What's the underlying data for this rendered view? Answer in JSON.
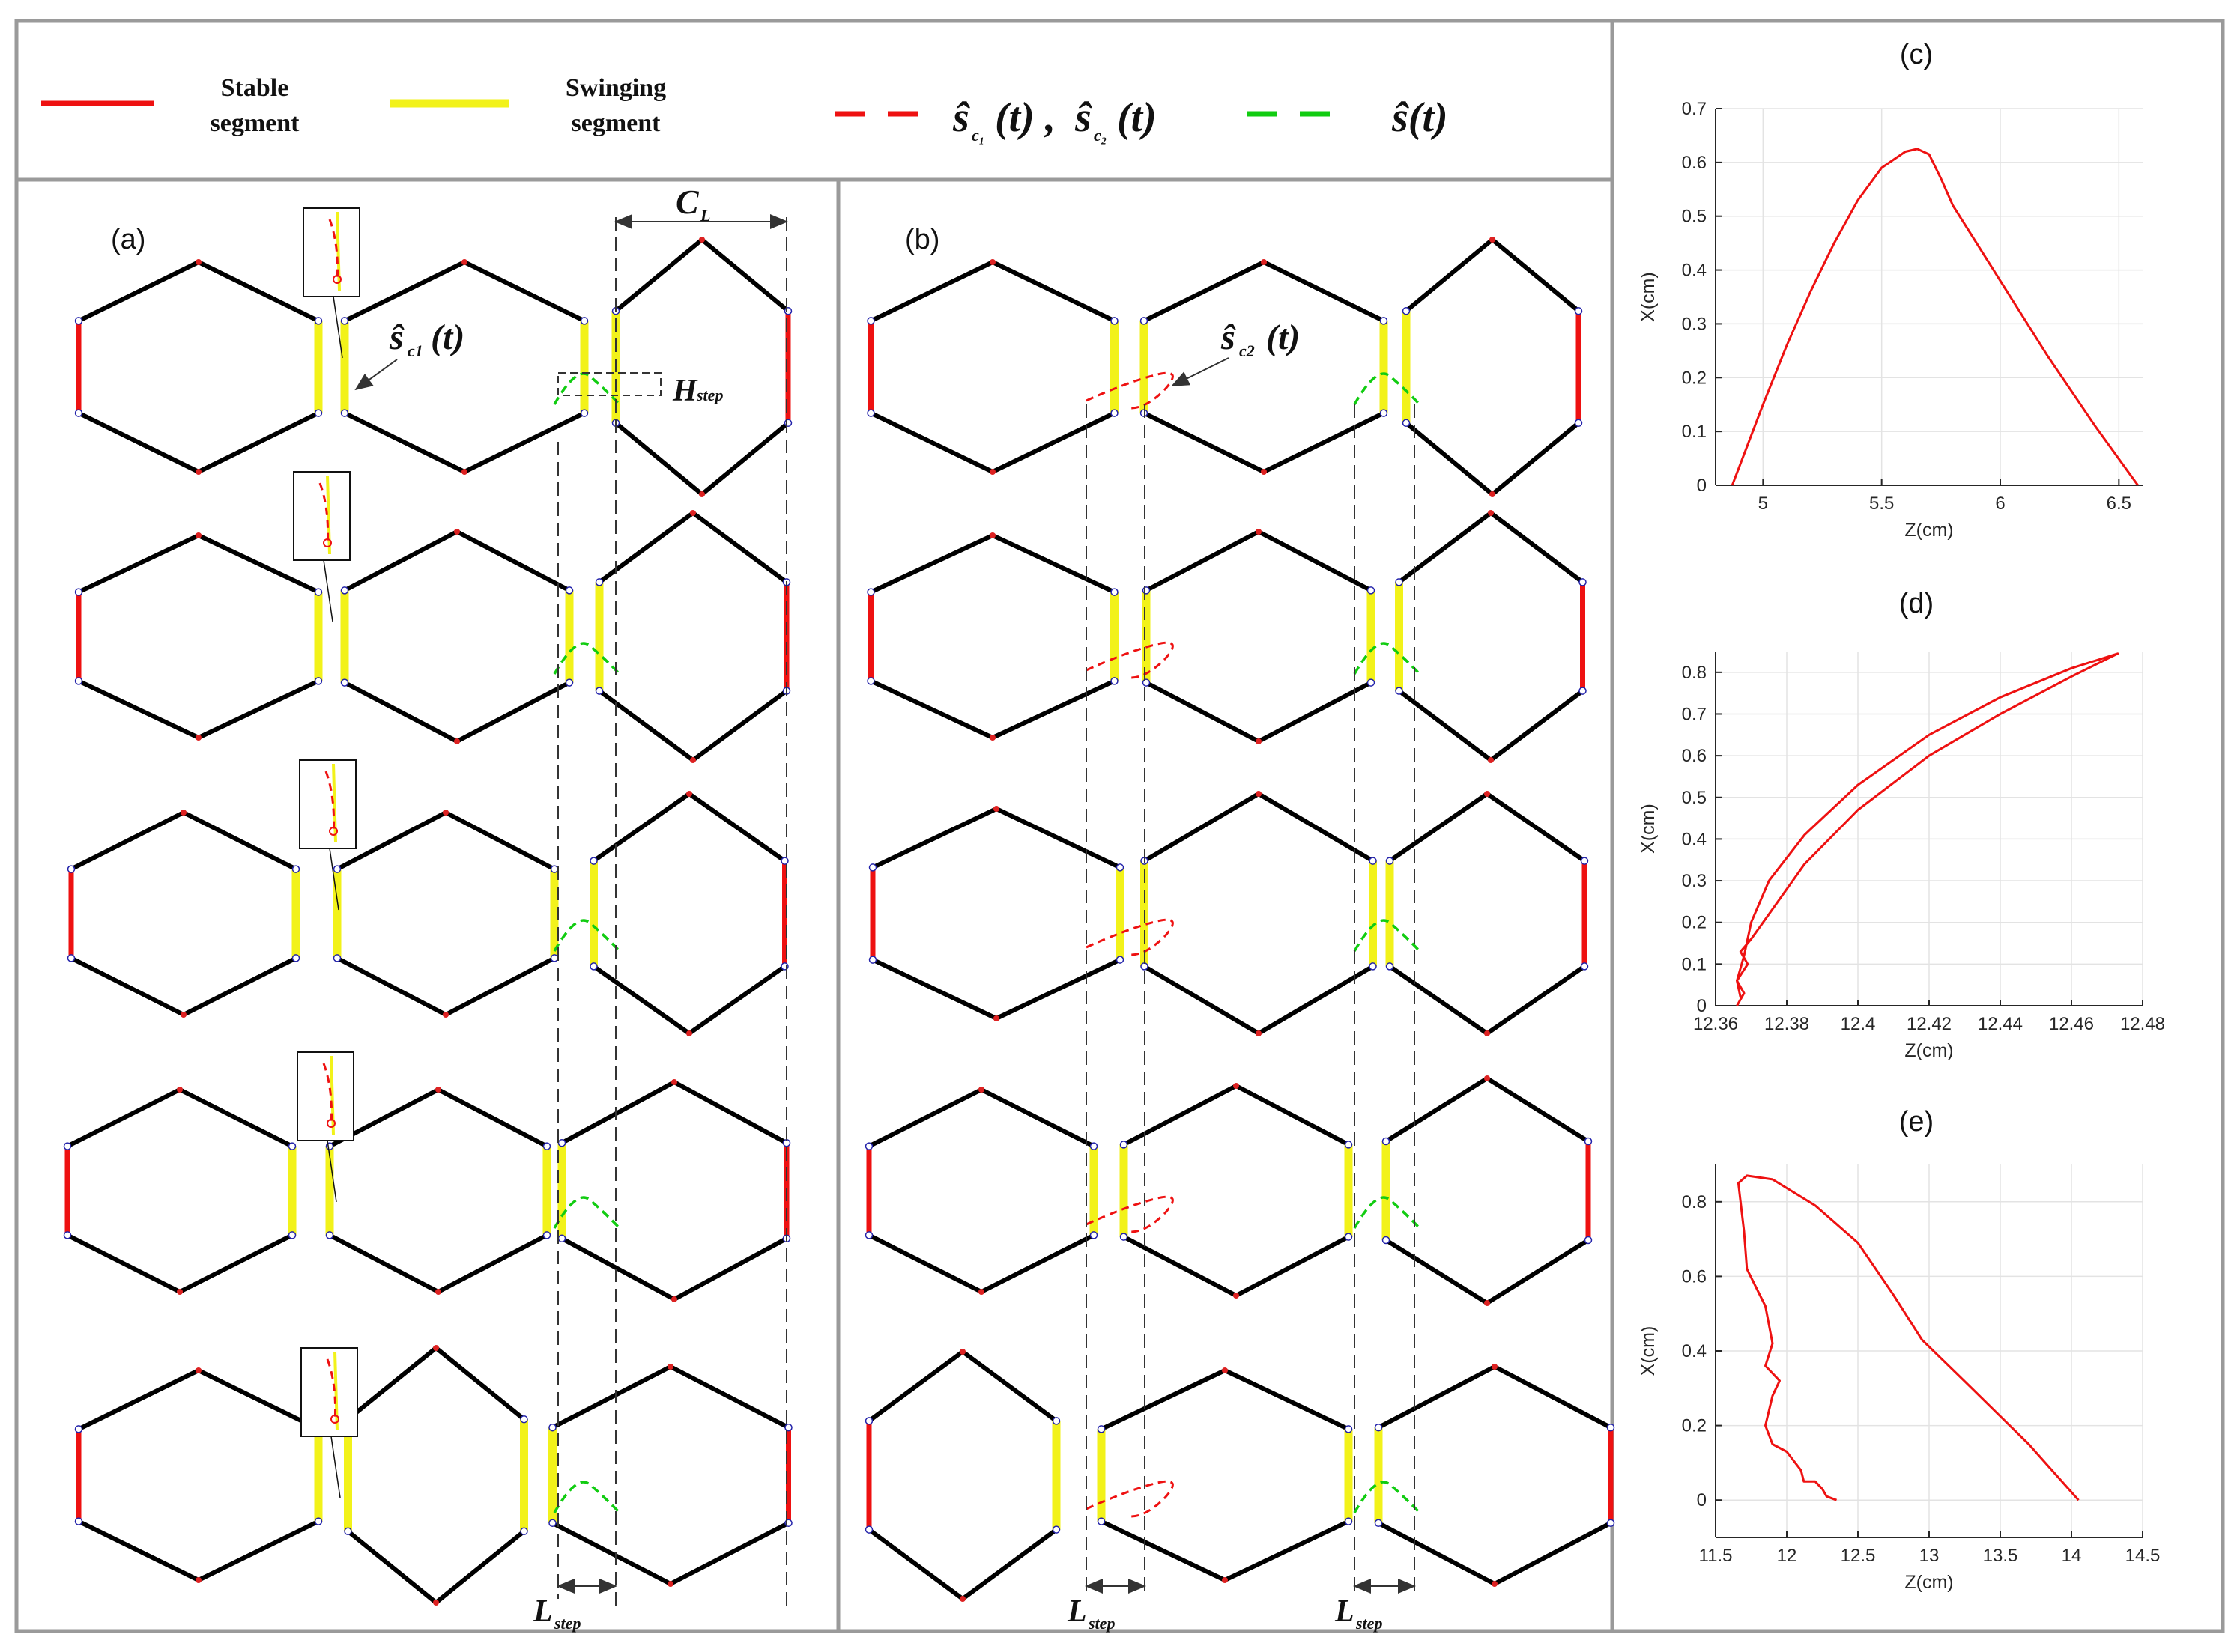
{
  "legend": {
    "stable_label_line1": "Stable",
    "stable_label_line2": "segment",
    "swinging_label_line1": "Swinging",
    "swinging_label_line2": "segment",
    "sc_symbol": "ŝ",
    "sc_paren_t": "(t)",
    "sc_sub1": "c₁",
    "sc_sub2": "c₂",
    "sc_comma": ",",
    "s_label": "ŝ(t)"
  },
  "colors": {
    "stable": "#ee1111",
    "swinging": "#f2f21a",
    "trajectory_green": "#11cc11",
    "body": "#000000",
    "frame": "#9a9a9a"
  },
  "panel_a": {
    "label": "(a)",
    "sc1_label": "ŝ",
    "sc1_sub": "c1",
    "sc1_paren": "(t)",
    "cl_label": "C",
    "cl_sub": "L",
    "hstep_label": "H",
    "hstep_sub": "step",
    "lstep_label": "L",
    "lstep_sub": "step"
  },
  "panel_b": {
    "label": "(b)",
    "sc2_label": "ŝ",
    "sc2_sub": "c2",
    "sc2_paren": "(t)",
    "lstep_label": "L",
    "lstep_sub": "step"
  },
  "chart_data": [
    {
      "panel": "(c)",
      "type": "line",
      "xlabel": "Z(cm)",
      "ylabel": "X(cm)",
      "xlim": [
        4.8,
        6.6
      ],
      "ylim": [
        0,
        0.7
      ],
      "xticks": [
        5,
        5.5,
        6,
        6.5
      ],
      "yticks": [
        0,
        0.1,
        0.2,
        0.3,
        0.4,
        0.5,
        0.6,
        0.7
      ],
      "xtick_labels": [
        "5",
        "5.5",
        "6",
        "6.5"
      ],
      "ytick_labels": [
        "0",
        "0.1",
        "0.2",
        "0.3",
        "0.4",
        "0.5",
        "0.6",
        "0.7"
      ],
      "grid": true,
      "series": [
        {
          "color": "#ee1111",
          "x": [
            4.87,
            5.0,
            5.1,
            5.2,
            5.3,
            5.4,
            5.5,
            5.6,
            5.65,
            5.7,
            5.75,
            5.8,
            6.0,
            6.2,
            6.4,
            6.58
          ],
          "y": [
            0.0,
            0.15,
            0.26,
            0.36,
            0.45,
            0.53,
            0.59,
            0.62,
            0.625,
            0.615,
            0.57,
            0.52,
            0.38,
            0.24,
            0.11,
            0.0
          ]
        }
      ]
    },
    {
      "panel": "(d)",
      "type": "line",
      "xlabel": "Z(cm)",
      "ylabel": "X(cm)",
      "xlim": [
        12.36,
        12.48
      ],
      "ylim": [
        0,
        0.85
      ],
      "xticks": [
        12.36,
        12.38,
        12.4,
        12.42,
        12.44,
        12.46,
        12.48
      ],
      "yticks": [
        0,
        0.1,
        0.2,
        0.3,
        0.4,
        0.5,
        0.6,
        0.7,
        0.8
      ],
      "xtick_labels": [
        "12.36",
        "12.38",
        "12.4",
        "12.42",
        "12.44",
        "12.46",
        "12.48"
      ],
      "ytick_labels": [
        "0",
        "0.1",
        "0.2",
        "0.3",
        "0.4",
        "0.5",
        "0.6",
        "0.7",
        "0.8"
      ],
      "grid": true,
      "series": [
        {
          "color": "#ee1111",
          "x": [
            12.366,
            12.368,
            12.366,
            12.369,
            12.367,
            12.37,
            12.375,
            12.385,
            12.4,
            12.42,
            12.44,
            12.46,
            12.473,
            12.46,
            12.44,
            12.42,
            12.4,
            12.385,
            12.375,
            12.37,
            12.368,
            12.366,
            12.367
          ],
          "y": [
            0.0,
            0.03,
            0.06,
            0.1,
            0.13,
            0.16,
            0.22,
            0.34,
            0.47,
            0.6,
            0.7,
            0.79,
            0.845,
            0.81,
            0.74,
            0.65,
            0.53,
            0.41,
            0.3,
            0.2,
            0.12,
            0.06,
            0.02
          ]
        }
      ]
    },
    {
      "panel": "(e)",
      "type": "line",
      "xlabel": "Z(cm)",
      "ylabel": "X(cm)",
      "xlim": [
        11.5,
        14.5
      ],
      "ylim": [
        -0.1,
        0.9
      ],
      "xticks": [
        11.5,
        12,
        12.5,
        13,
        13.5,
        14,
        14.5
      ],
      "yticks": [
        0,
        0.2,
        0.4,
        0.6,
        0.8
      ],
      "xtick_labels": [
        "11.5",
        "12",
        "12.5",
        "13",
        "13.5",
        "14",
        "14.5"
      ],
      "ytick_labels": [
        "0",
        "0.2",
        "0.4",
        "0.6",
        "0.8"
      ],
      "grid": true,
      "series": [
        {
          "color": "#ee1111",
          "x": [
            14.05,
            13.7,
            13.3,
            12.95,
            12.75,
            12.5,
            12.2,
            11.9,
            11.72,
            11.66,
            11.7,
            11.72,
            11.85,
            11.9,
            11.85,
            11.95,
            11.9,
            11.85,
            11.9,
            12.0,
            12.1,
            12.12,
            12.2,
            12.25,
            12.28,
            12.35
          ],
          "y": [
            0.0,
            0.15,
            0.3,
            0.43,
            0.55,
            0.69,
            0.79,
            0.86,
            0.87,
            0.85,
            0.72,
            0.62,
            0.52,
            0.42,
            0.36,
            0.32,
            0.28,
            0.2,
            0.15,
            0.13,
            0.08,
            0.05,
            0.05,
            0.03,
            0.01,
            0.0
          ]
        }
      ]
    }
  ],
  "chart_labels": {
    "c": "(c)",
    "d": "(d)",
    "e": "(e)"
  }
}
